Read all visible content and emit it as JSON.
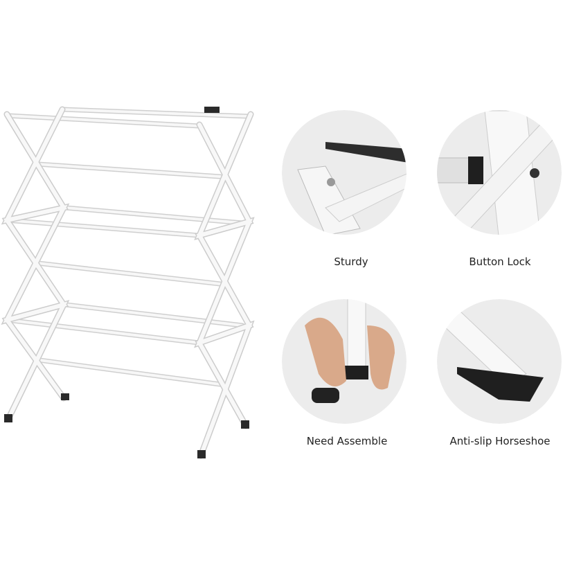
{
  "features": [
    {
      "label": "Sturdy"
    },
    {
      "label": "Button Lock"
    },
    {
      "label": "Need Assemble"
    },
    {
      "label": "Anti-slip Horseshoe"
    }
  ],
  "colors": {
    "frame": "#f2f2f2",
    "frame_edge": "#c8c8c8",
    "cap": "#2a2a2a",
    "circle_bg": "#ededed"
  }
}
